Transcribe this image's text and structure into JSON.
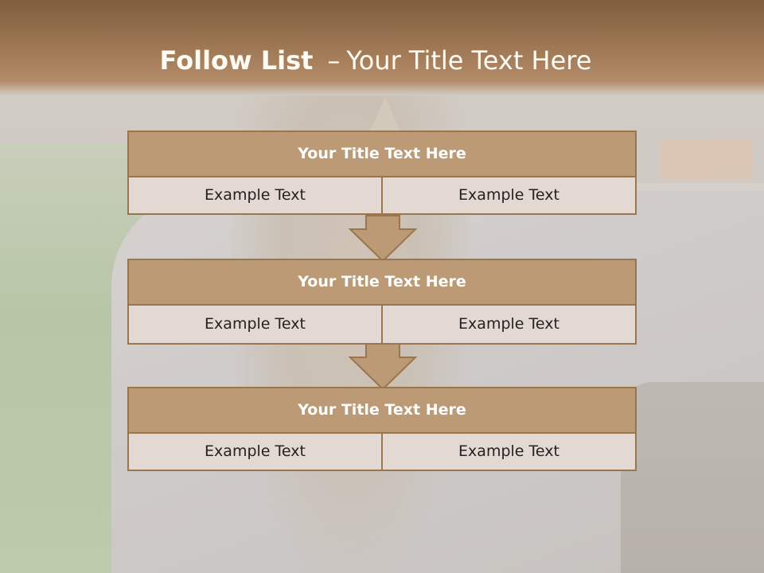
{
  "slide": {
    "title_bold": "Follow List",
    "title_dash": "–",
    "title_rest": "Your Title Text Here"
  },
  "blocks": [
    {
      "title": "Your Title Text Here",
      "left": "Example Text",
      "right": "Example Text"
    },
    {
      "title": "Your Title Text Here",
      "left": "Example Text",
      "right": "Example Text"
    },
    {
      "title": "Your Title Text Here",
      "left": "Example Text",
      "right": "Example Text"
    }
  ],
  "colors": {
    "header_brown": "#9c7552",
    "block_title_fill": "#bc9a76",
    "block_border": "#9a7650",
    "cell_fill": "#e4d9d2",
    "arrow_fill": "#bc9a76"
  },
  "icons": {
    "connector": "down-arrow-icon"
  }
}
